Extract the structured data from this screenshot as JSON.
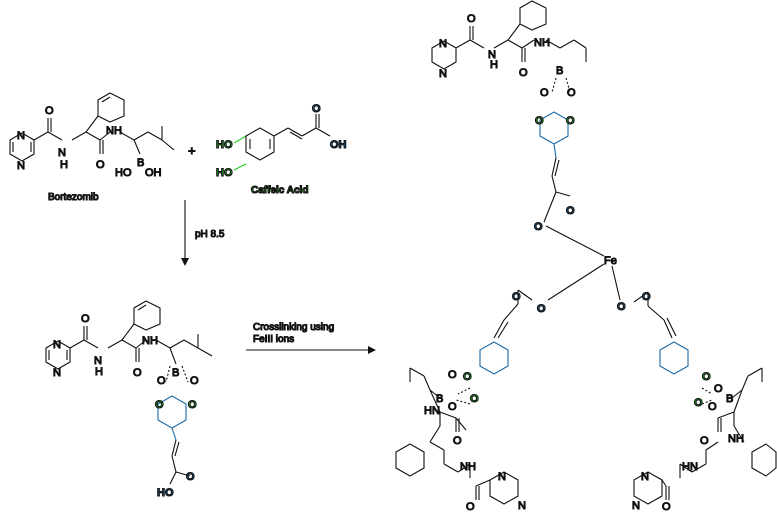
{
  "labels": {
    "bortezomib": "Bortezomib",
    "plus": "+",
    "caffeic_acid": "Caffeic Acid",
    "ph": "pH 8.5",
    "crosslink_line1": "Crosslinking using",
    "crosslink_line2": "FeIII ions",
    "fe": "Fe"
  },
  "atoms": {
    "HO": "HO",
    "OH": "OH",
    "O": "O",
    "N": "N",
    "NH": "NH",
    "HN": "HN",
    "H": "H",
    "B": "B",
    "HO_B": "HO",
    "B_OH": "OH"
  },
  "colors": {
    "catechol": "#22cc22",
    "caffeoyl": "#1a6aa8",
    "iron": "#e23b3b",
    "ink": "#111111"
  }
}
